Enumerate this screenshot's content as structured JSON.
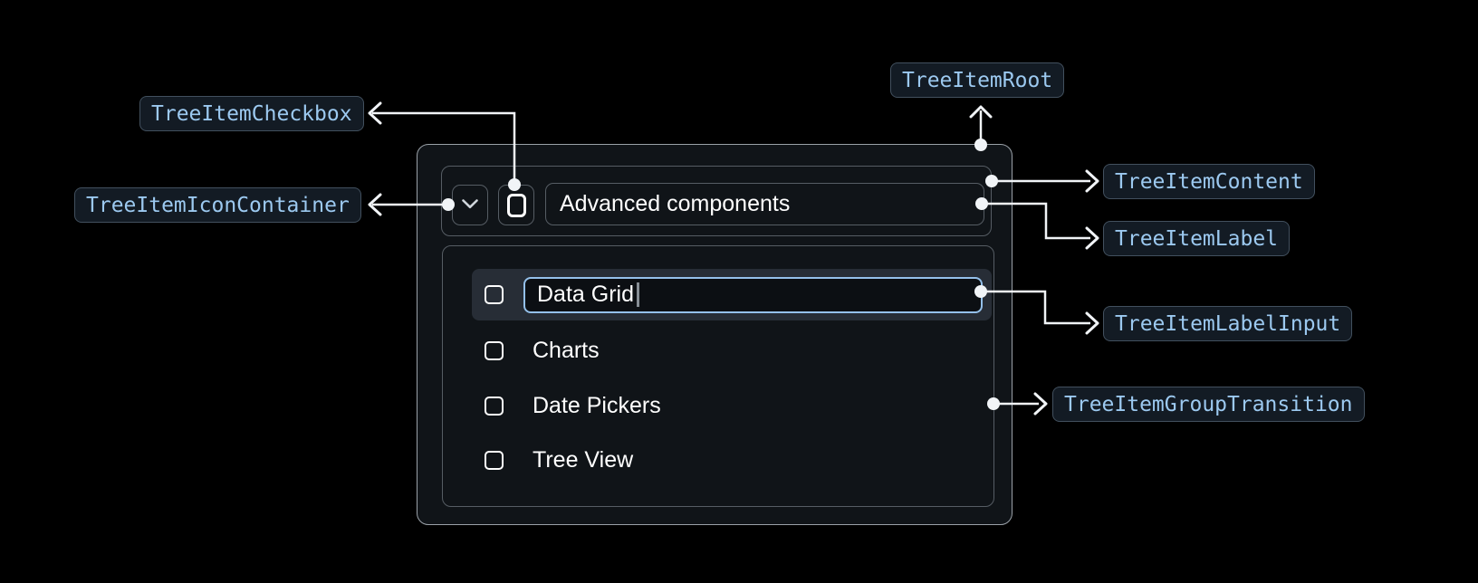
{
  "palette": {
    "background": "#000000",
    "chip_text": "#9cc9f0",
    "chip_bg": "#131b24",
    "chip_border": "#42505e",
    "connector": "#f1f4f7",
    "root_border": "#9aa1a8",
    "inner_border": "#565d64",
    "surface_bg": "#101418",
    "row_selected_bg": "#272d36",
    "input_border": "#94c0ea",
    "input_bg": "#0c0f13",
    "item_text": "#ffffff",
    "chevron": "#cfd5db",
    "caret": "#878e95"
  },
  "annotations": {
    "root": "TreeItemRoot",
    "checkbox": "TreeItemCheckbox",
    "icon_container": "TreeItemIconContainer",
    "content": "TreeItemContent",
    "label": "TreeItemLabel",
    "label_input": "TreeItemLabelInput",
    "group_transition": "TreeItemGroupTransition"
  },
  "icons": {
    "expand": "chevron-down",
    "checkbox_state": "unchecked"
  },
  "tree": {
    "parent": {
      "label": "Advanced components"
    },
    "editing_item": {
      "value": "Data Grid"
    },
    "items": [
      {
        "label": "Charts"
      },
      {
        "label": "Date Pickers"
      },
      {
        "label": "Tree View"
      }
    ]
  }
}
